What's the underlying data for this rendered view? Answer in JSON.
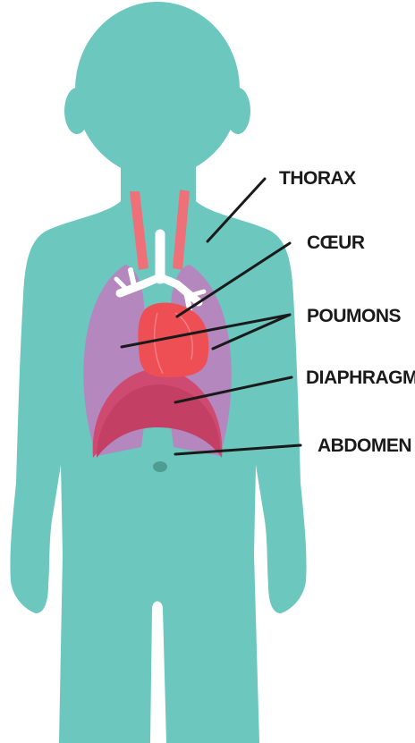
{
  "diagram": {
    "labels": {
      "thorax": "THORAX",
      "coeur": "CŒUR",
      "poumons": "POUMONS",
      "diaphragme": "DIAPHRAGME",
      "abdomen": "ABDOMEN"
    },
    "colors": {
      "body": "#6cc7bf",
      "lungs": "#b487bf",
      "trachea": "#ffffff",
      "arteries": "#ee7179",
      "heart": "#ee4f55",
      "heart_highlight": "#f26a6f",
      "diaphragm": "#cf4a70",
      "diaphragm_front": "#c33f63",
      "navel": "#4e9c92",
      "leader_line": "#1a1a1a"
    }
  }
}
